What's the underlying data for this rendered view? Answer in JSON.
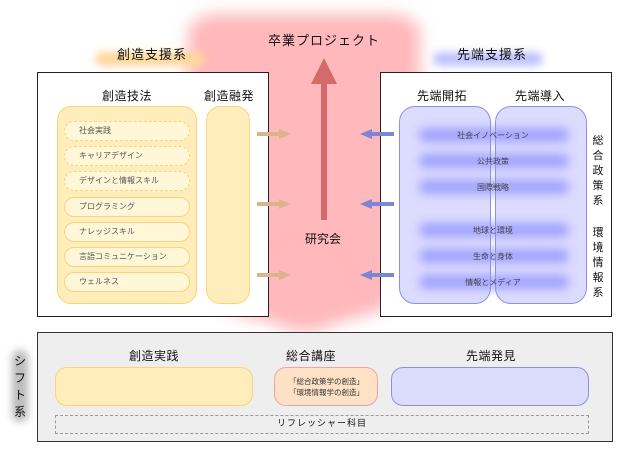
{
  "graduation": {
    "title": "卒業プロジェクト",
    "center_label": "研究会"
  },
  "left_support": {
    "title": "創造支援系",
    "columns": [
      {
        "title": "創造技法",
        "items": [
          {
            "label": "社会実践",
            "style": "dashed"
          },
          {
            "label": "キャリアデザイン",
            "style": "dashed"
          },
          {
            "label": "デザインと情報スキル",
            "style": "dashed"
          },
          {
            "label": "プログラミング",
            "style": "solid"
          },
          {
            "label": "ナレッジスキル",
            "style": "solid"
          },
          {
            "label": "言語コミュニケーション",
            "style": "solid"
          },
          {
            "label": "ウェルネス",
            "style": "solid"
          }
        ]
      },
      {
        "title": "創造融発",
        "items": []
      }
    ]
  },
  "right_support": {
    "title": "先端支援系",
    "columns": [
      {
        "title": "先端開拓"
      },
      {
        "title": "先端導入"
      }
    ],
    "groups": [
      {
        "label": "総合政策系",
        "label_chars": [
          "総",
          "合",
          "政",
          "策",
          "系"
        ],
        "items": [
          "社会イノベーション",
          "公共政策",
          "国際戦略"
        ]
      },
      {
        "label": "環境情報系",
        "label_chars": [
          "環",
          "境",
          "情",
          "報",
          "系"
        ],
        "items": [
          "地球と環境",
          "生命と身体",
          "情報とメディア"
        ]
      }
    ]
  },
  "shift": {
    "label": "シフト系",
    "label_chars": [
      "シ",
      "フ",
      "ト",
      "系"
    ],
    "columns": [
      {
        "title": "創造実践"
      },
      {
        "title": "総合講座",
        "lines": [
          "「総合政策学の創造」",
          "「環境情報学の創造」"
        ]
      },
      {
        "title": "先端発見"
      }
    ],
    "refresher": "リフレッシャー科目"
  },
  "colors": {
    "sozo": "#ffeebb",
    "sentan": "#dcdcff",
    "graduation_glow": "#ffb8bb",
    "main_arrow": "#d46a6a",
    "left_arrows": "#dcb48c",
    "right_arrows": "#7c86d4"
  }
}
